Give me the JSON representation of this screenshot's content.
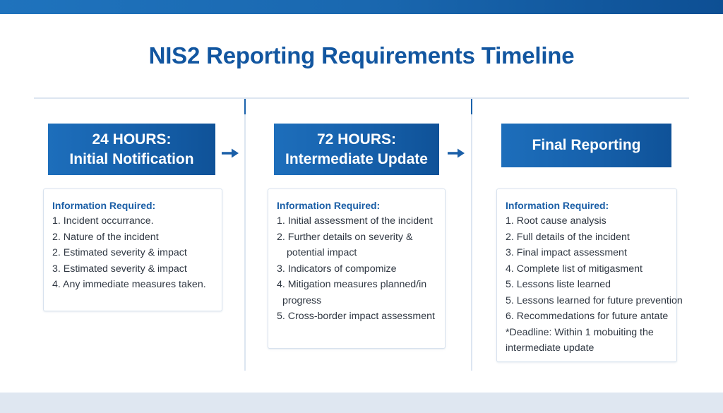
{
  "title": "NIS2 Reporting Requirements Timeline",
  "colors": {
    "accent": "#1256a0",
    "box_gradient_start": "#1d6ebb",
    "box_gradient_end": "#0f5298",
    "top_bar_start": "#1f73bd",
    "top_bar_end": "#0d4f94",
    "divider": "#dde6f1",
    "footer": "#dfe7f1",
    "body_text": "#2f3742"
  },
  "stages": [
    {
      "header_line1": "24 HOURS:",
      "header_line2": "Initial Notification",
      "info_title": "Information Required:",
      "items": [
        "1. Incident occurrance.",
        "2. Nature of the incident",
        "2. Estimated severity & impact",
        "3. Estimated severity & impact",
        "4. Any immediate measures taken."
      ]
    },
    {
      "header_line1": "72 HOURS:",
      "header_line2": "Intermediate Update",
      "info_title": "Information Required:",
      "items": [
        "1. Initial assessment of the incident",
        "2. Further details on severity &",
        "potential impact",
        "3. Indicators of compomize",
        "4. Mitigation measures planned/in",
        "progress",
        "5. Cross-border impact assessment"
      ]
    },
    {
      "header_line1": "Final Reporting",
      "info_title": "Information Required:",
      "items": [
        "1. Root cause analysis",
        "2. Full details of the incident",
        "3. Final impact assessment",
        "4. Complete list of mitigasment",
        "5. Lessons liste learned",
        "5. Lessons learned for future prevention",
        "6. Recommedations for future antate",
        "*Deadline:  Within 1 mobuiting the",
        "intermediate update"
      ]
    }
  ],
  "arrows": [
    {
      "icon": "arrow-right-icon"
    },
    {
      "icon": "arrow-right-icon"
    }
  ]
}
